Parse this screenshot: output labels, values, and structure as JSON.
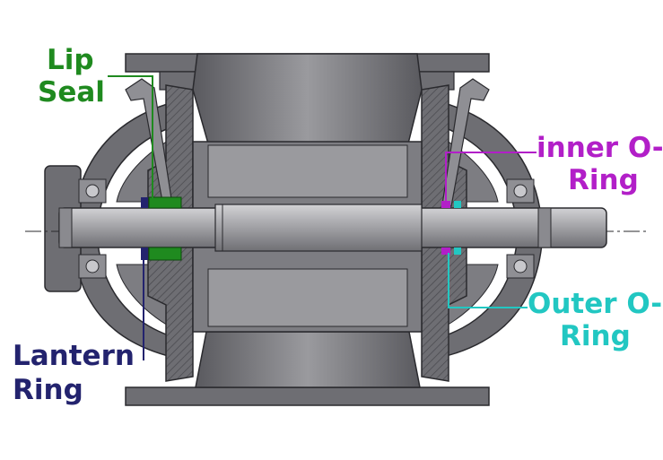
{
  "labels": {
    "lip_seal": {
      "line1": "Lip",
      "line2": "Seal"
    },
    "inner_o_ring": {
      "line1": "inner O-",
      "line2": "Ring"
    },
    "outer_o_ring": {
      "line1": "Outer O-",
      "line2": "Ring"
    },
    "lantern_ring": {
      "line1": "Lantern",
      "line2": "Ring"
    }
  },
  "colors": {
    "lip_seal": "#1f8a1f",
    "inner_o_ring": "#b21fc8",
    "outer_o_ring": "#22c7c2",
    "lantern_ring": "#23236e",
    "housing": "#6e6e73",
    "housing_dark": "#4a4a4f",
    "shaft": "#a5a5a9",
    "rotor": "#8a8a8f"
  }
}
